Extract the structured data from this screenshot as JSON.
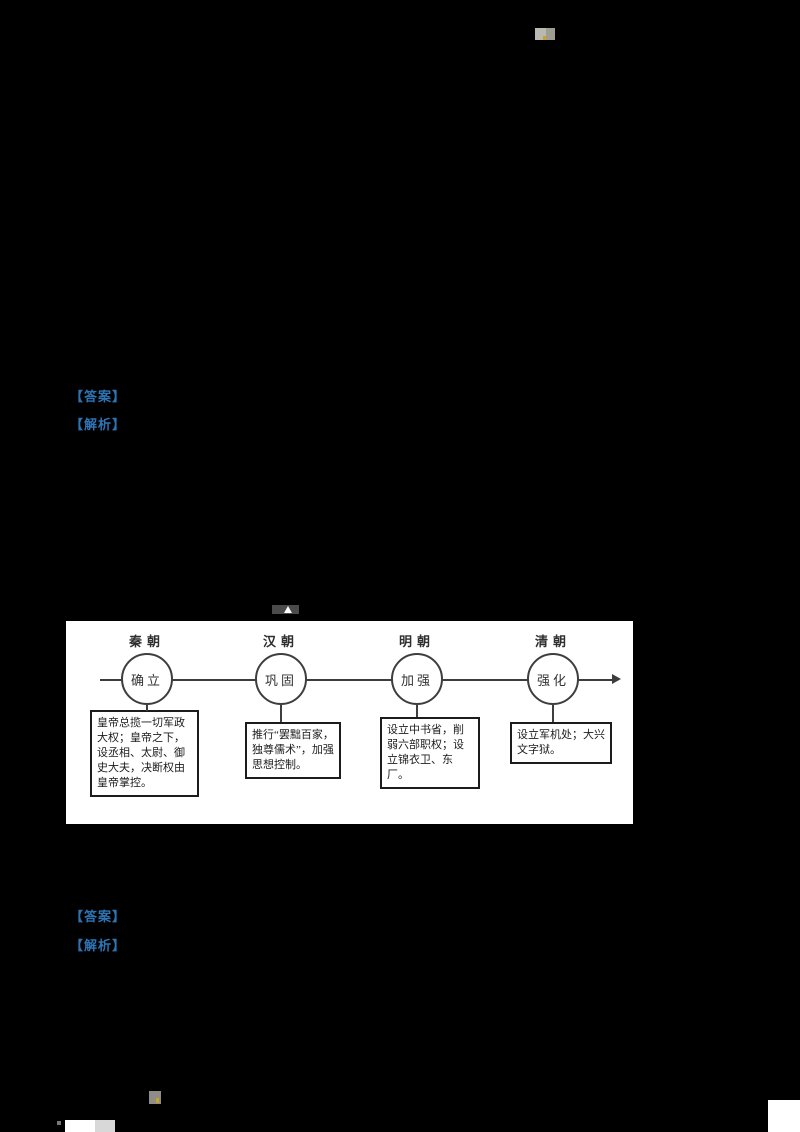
{
  "colors": {
    "background": "#000000",
    "panel": "#ffffff",
    "link_blue": "#2e74b5",
    "ink": "#1c1c1c"
  },
  "answers": {
    "block1": {
      "answer_label": "【答案】",
      "analysis_label": "【解析】"
    },
    "block2": {
      "answer_label": "【答案】",
      "analysis_label": "【解析】"
    }
  },
  "diagram": {
    "type": "timeline",
    "stages": [
      {
        "dynasty": "秦朝",
        "stage": "确立",
        "note": "皇帝总揽一切军政大权；皇帝之下，设丞相、太尉、御史大夫，决断权由皇帝掌控。"
      },
      {
        "dynasty": "汉朝",
        "stage": "巩固",
        "note": "推行“罢黜百家，独尊儒术”，加强思想控制。"
      },
      {
        "dynasty": "明朝",
        "stage": "加强",
        "note": "设立中书省，削弱六部职权；设立锦衣卫、东厂。"
      },
      {
        "dynasty": "清朝",
        "stage": "强化",
        "note": "设立军机处；大兴文字狱。"
      }
    ]
  }
}
